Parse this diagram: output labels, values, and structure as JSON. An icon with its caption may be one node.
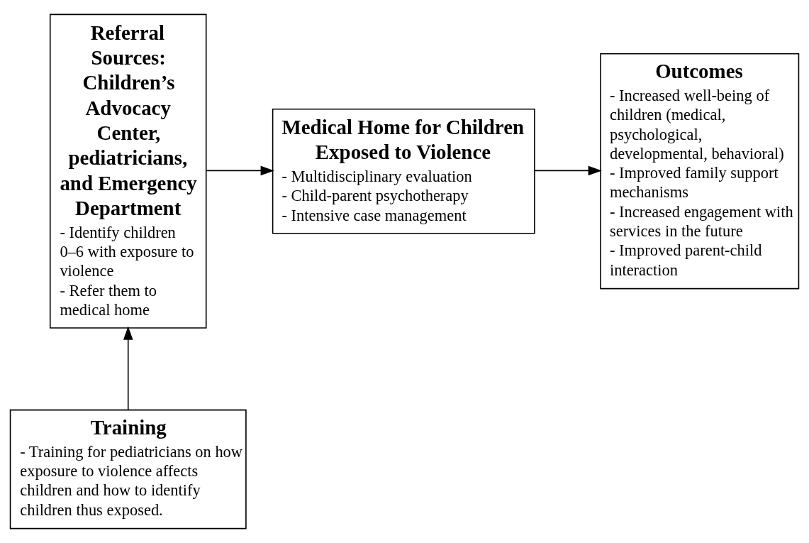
{
  "diagram": {
    "nodes": [
      {
        "text": [
          "Referral Sources: Children’s Advocacy Center, pediatricians, and Emergency Department",
          "- Identify children 0–6 with exposure to violence",
          "- Refer them to medical home"
        ]
      },
      {
        "text": [
          "Medical Home for Children Exposed to Violence",
          "- Multidisciplinary evaluation",
          "- Child-parent psychotherapy",
          "- Intensive case management"
        ]
      },
      {
        "text": [
          "Outcomes",
          "- Increased well-being of children (medical, psychological, developmental, behavioral)",
          "- Improved family support mechanisms",
          "- Increased engagement with services in the future",
          "- Improved parent-child interaction"
        ]
      },
      {
        "text": [
          "Training",
          "- Training for pediatricians on how exposure to violence affects children and how to identify children thus exposed."
        ]
      }
    ],
    "edges": [
      {
        "from": 0,
        "to": 1,
        "arrow": "to"
      },
      {
        "from": 1,
        "to": 2,
        "arrow": "to"
      },
      {
        "from": 3,
        "to": 0,
        "arrow": "to"
      }
    ]
  }
}
